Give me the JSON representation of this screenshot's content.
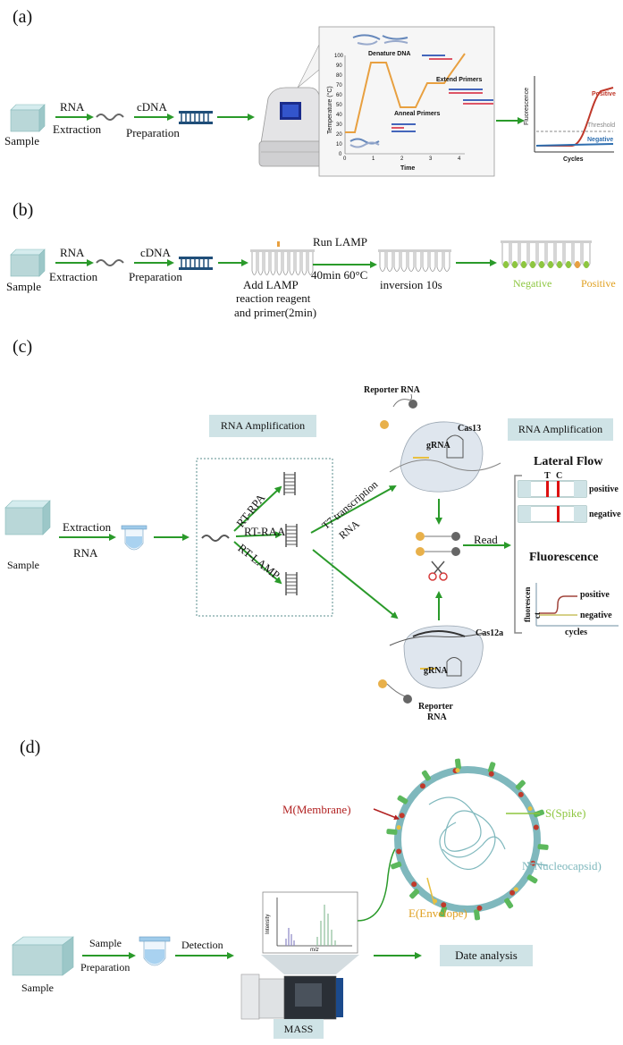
{
  "colors": {
    "arrow": "#2a9a2a",
    "box": "#b9d7d8",
    "tube": "#9fcbea",
    "dna": "#1f4e79",
    "orange": "#e8a040",
    "red": "#b22222",
    "teal": "#7fb8bd"
  },
  "panel_a": {
    "label": "(a)",
    "sample": "Sample",
    "rna": "RNA",
    "extraction": "Extraction",
    "cdna": "cDNA",
    "preparation": "Preparation",
    "pcr_chart": {
      "y_axis": "Temperature (°C)",
      "x_axis": "Time",
      "y_ticks": [
        "100",
        "90",
        "80",
        "70",
        "60",
        "50",
        "40",
        "30",
        "20",
        "10",
        "0"
      ],
      "x_ticks": [
        "0",
        "1",
        "2",
        "3",
        "4"
      ],
      "denature": "Denature DNA",
      "anneal": "Anneal Primers",
      "extend": "Extend Primers"
    },
    "amp_chart": {
      "y_axis": "Fluorescence",
      "x_axis": "Cycles",
      "positive": "Positive",
      "threshold": "Threshold",
      "negative": "Negative"
    }
  },
  "panel_b": {
    "label": "(b)",
    "sample": "Sample",
    "rna": "RNA",
    "extraction": "Extraction",
    "cdna": "cDNA",
    "preparation": "Preparation",
    "add_lamp": [
      "Add LAMP",
      "reaction reagent",
      "and primer(2min)"
    ],
    "run_lamp": "Run LAMP",
    "run_cond": "40min  60°C",
    "inversion": "inversion  10s",
    "negative": "Negative",
    "positive": "Positive"
  },
  "panel_c": {
    "label": "(c)",
    "sample": "Sample",
    "extraction": "Extraction",
    "rna": "RNA",
    "rna_amp_left": "RNA Amplification",
    "rna_amp_right": "RNA Amplification",
    "rt_rpa": "RT-RPA",
    "rt_raa": "RT-RAA",
    "rt_lamp": "RT-LAMP",
    "t7": "T7 transcription",
    "rna2": "RNA",
    "reporter_top": "Reporter RNA",
    "cas13": "Cas13",
    "grna_top": "gRNA",
    "read": "Read",
    "cas12a": "Cas12a",
    "grna_bottom": "gRNA",
    "reporter_bottom": [
      "Reporter",
      "RNA"
    ],
    "lateral_flow": "Lateral Flow",
    "t": "T",
    "c": "C",
    "positive": "positive",
    "negative": "negative",
    "fluorescence": "Fluorescence",
    "fl_y": "fluorescen",
    "fl_ct": "ct",
    "fl_pos": "positive",
    "fl_neg": "negative",
    "fl_x": "cycles"
  },
  "panel_d": {
    "label": "(d)",
    "sample": "Sample",
    "sample_prep": [
      "Sample",
      "Preparation"
    ],
    "detection": "Detection",
    "membrane": "M(Membrane)",
    "spike": "S(Spike)",
    "nucleocapsid": "N(Nucleocapsid)",
    "envelope": "E(Envelope)",
    "intensity": "Intensity",
    "mz": "m/z",
    "mass": "MASS",
    "date_analysis": "Date analysis"
  }
}
